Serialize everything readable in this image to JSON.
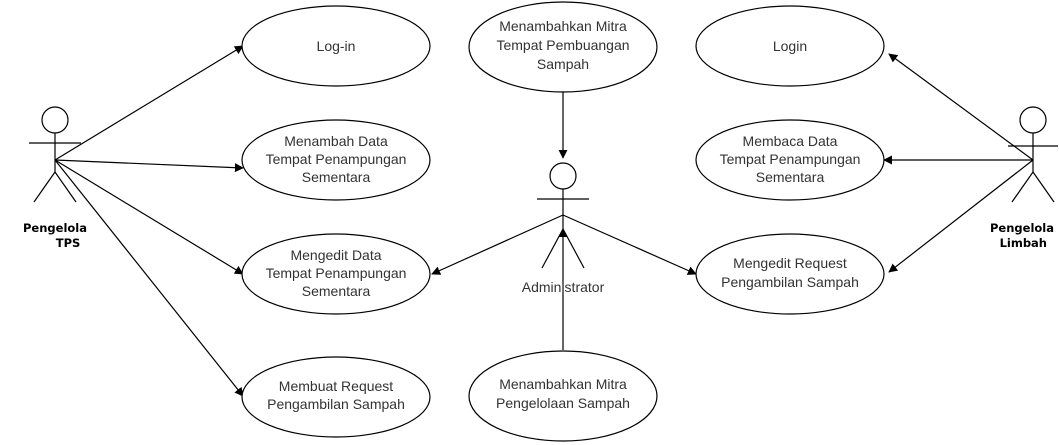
{
  "actors": {
    "pengelola_tps": [
      "Pengelola",
      "TPS"
    ],
    "pengelola_limbah": [
      "Pengelola",
      "Limbah"
    ],
    "administrator": "Administrator"
  },
  "use_cases": {
    "login_tps": [
      "Log-in"
    ],
    "menambah_data": [
      "Menambah Data",
      "Tempat Penampungan",
      "Sementara"
    ],
    "mengedit_data": [
      "Mengedit Data",
      "Tempat Penampungan",
      "Sementara"
    ],
    "membuat_request": [
      "Membuat Request",
      "Pengambilan Sampah"
    ],
    "mitra_pembuangan": [
      "Menambahkan Mitra",
      "Tempat Pembuangan",
      "Sampah"
    ],
    "mitra_pengelolaan": [
      "Menambahkan Mitra",
      "Pengelolaan Sampah"
    ],
    "login_limbah": [
      "Login"
    ],
    "membaca_data": [
      "Membaca Data",
      "Tempat Penampungan",
      "Sementara"
    ],
    "mengedit_request": [
      "Mengedit Request",
      "Pengambilan Sampah"
    ]
  }
}
